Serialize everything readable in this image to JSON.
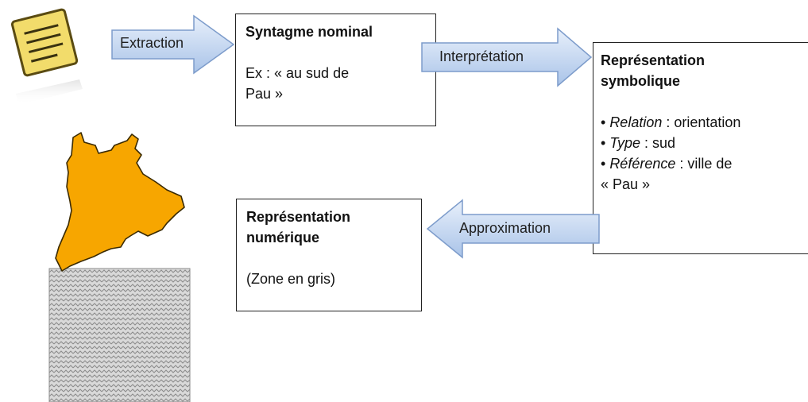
{
  "arrows": {
    "extraction": "Extraction",
    "interpretation": "Interprétation",
    "approximation": "Approximation"
  },
  "syntagme": {
    "title": "Syntagme nominal",
    "example_line1": "Ex : « au sud de",
    "example_line2": "Pau »"
  },
  "symbolique": {
    "title_line1": "Représentation",
    "title_line2": "symbolique",
    "items": [
      {
        "key": "Relation",
        "sep": " : ",
        "value": "orientation"
      },
      {
        "key": "Type",
        "sep": " : ",
        "value": "sud"
      },
      {
        "key": "Référence",
        "sep": " : ",
        "value": "ville de"
      }
    ],
    "continuation": "« Pau »"
  },
  "numerique": {
    "title_line1": "Représentation",
    "title_line2": "numérique",
    "note": "(Zone en gris)"
  },
  "colors": {
    "arrow_fill_top": "#e8f0fb",
    "arrow_fill_bottom": "#a9c3e8",
    "arrow_stroke": "#7d9ccb",
    "map_fill": "#f7a600",
    "zone_fill": "#d9d9d9",
    "note_fill": "#f2dc6b"
  },
  "icons": [
    "sticky-note-icon",
    "city-map-icon",
    "grey-zone-icon"
  ]
}
